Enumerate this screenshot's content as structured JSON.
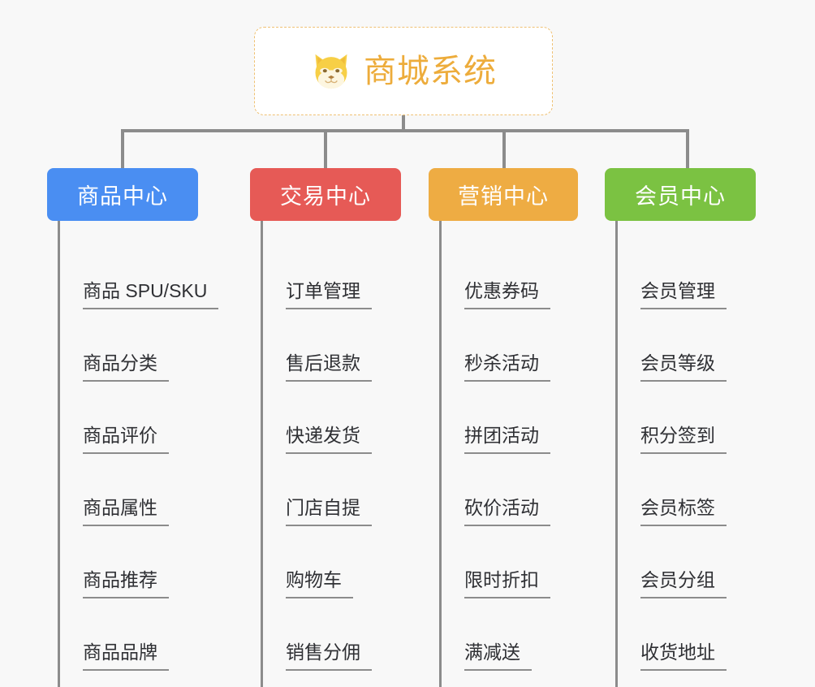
{
  "page": {
    "background_color": "#f8f8f8",
    "title": "商城系统"
  },
  "root": {
    "label": "商城系统",
    "icon": "shiba-dog-icon",
    "text_color": "#edac3b",
    "border_color": "#efc173",
    "background_color": "#ffffff"
  },
  "connector": {
    "color": "#8c8c8c"
  },
  "columns": [
    {
      "id": "product-center",
      "label": "商品中心",
      "color": "#4a8ef2",
      "items": [
        "商品 SPU/SKU",
        "商品分类",
        "商品评价",
        "商品属性",
        "商品推荐",
        "商品品牌"
      ]
    },
    {
      "id": "trade-center",
      "label": "交易中心",
      "color": "#e65a56",
      "items": [
        "订单管理",
        "售后退款",
        "快递发货",
        "门店自提",
        "购物车",
        "销售分佣"
      ]
    },
    {
      "id": "marketing-center",
      "label": "营销中心",
      "color": "#eeac43",
      "items": [
        "优惠券码",
        "秒杀活动",
        "拼团活动",
        "砍价活动",
        "限时折扣",
        "满减送"
      ]
    },
    {
      "id": "member-center",
      "label": "会员中心",
      "color": "#7bc242",
      "items": [
        "会员管理",
        "会员等级",
        "积分签到",
        "会员标签",
        "会员分组",
        "收货地址"
      ]
    }
  ]
}
